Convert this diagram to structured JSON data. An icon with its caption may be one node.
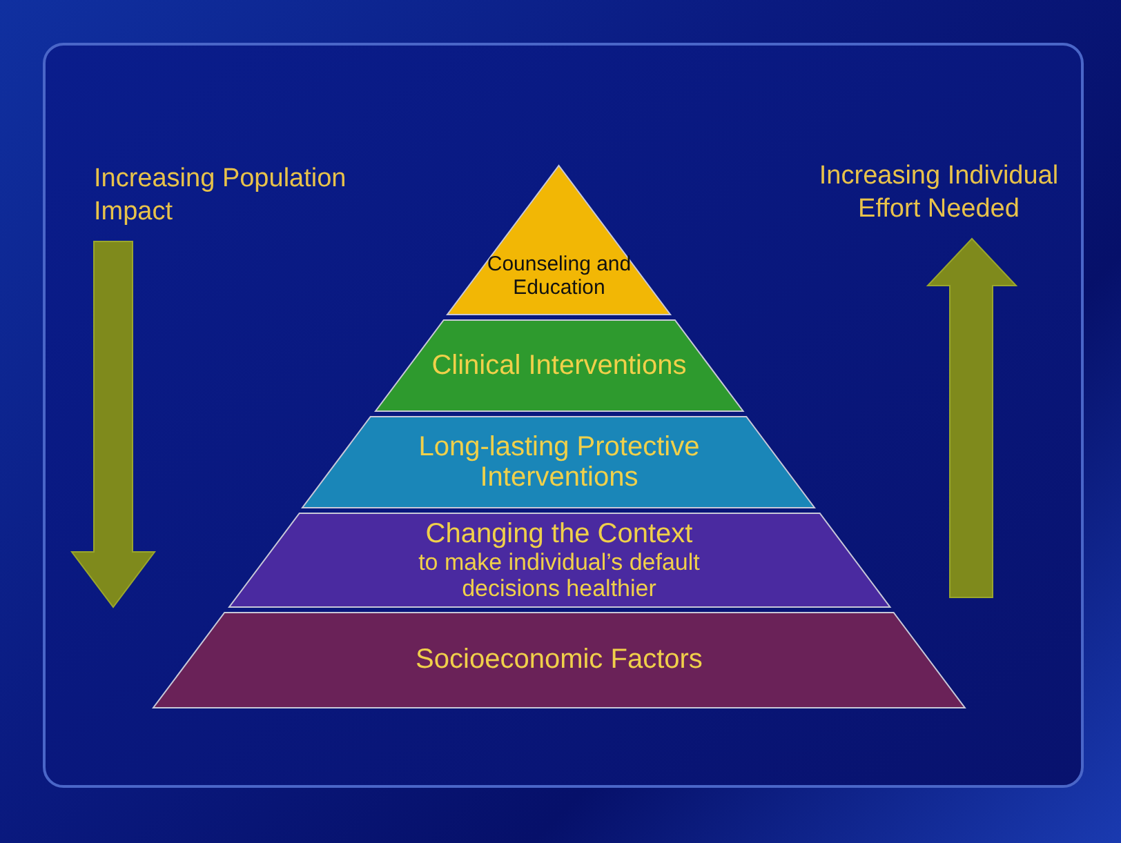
{
  "diagram": {
    "nodes": [
      {
        "text": [
          "Counseling and Education"
        ]
      },
      {
        "text": [
          "Clinical Interventions"
        ]
      },
      {
        "text": [
          "Long-lasting Protective Interventions"
        ]
      },
      {
        "text": [
          "Changing the Context",
          "to make individual’s default decisions healthier"
        ]
      },
      {
        "text": [
          "Socioeconomic Factors"
        ]
      }
    ],
    "labels": [
      "Increasing Population Impact",
      "Increasing Individual Effort Needed"
    ]
  }
}
